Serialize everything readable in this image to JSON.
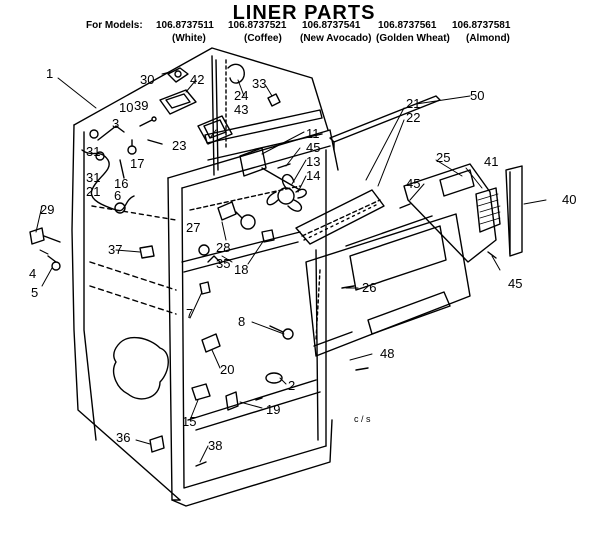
{
  "title": "LINER PARTS",
  "models_label": "For Models:",
  "models": [
    "106.8737511",
    "106.8737521",
    "106.8737541",
    "106.8737561",
    "106.8737581"
  ],
  "colors": [
    "(White)",
    "(Coffee)",
    "(New Avocado)",
    "(Golden Wheat)",
    "(Almond)"
  ],
  "callouts": {
    "c1": "1",
    "c2": "2",
    "c3": "3",
    "c4": "4",
    "c5": "5",
    "c6": "6",
    "c7": "7",
    "c8": "8",
    "c10": "10",
    "c11": "11",
    "c13": "13",
    "c14": "14",
    "c15": "15",
    "c16": "16",
    "c17": "17",
    "c18": "18",
    "c19": "19",
    "c20": "20",
    "c21a": "21",
    "c21b": "21",
    "c22": "22",
    "c23": "23",
    "c24": "24",
    "c25": "25",
    "c26": "26",
    "c27": "27",
    "c28": "28",
    "c29": "29",
    "c30": "30",
    "c31a": "31",
    "c31b": "31",
    "c33": "33",
    "c35": "35",
    "c36": "36",
    "c37": "37",
    "c38": "38",
    "c39": "39",
    "c40": "40",
    "c41": "41",
    "c42": "42",
    "c43": "43",
    "c45a": "45",
    "c45b": "45",
    "c45c": "45",
    "c48": "48",
    "c50": "50"
  },
  "footer_note": "c / s"
}
